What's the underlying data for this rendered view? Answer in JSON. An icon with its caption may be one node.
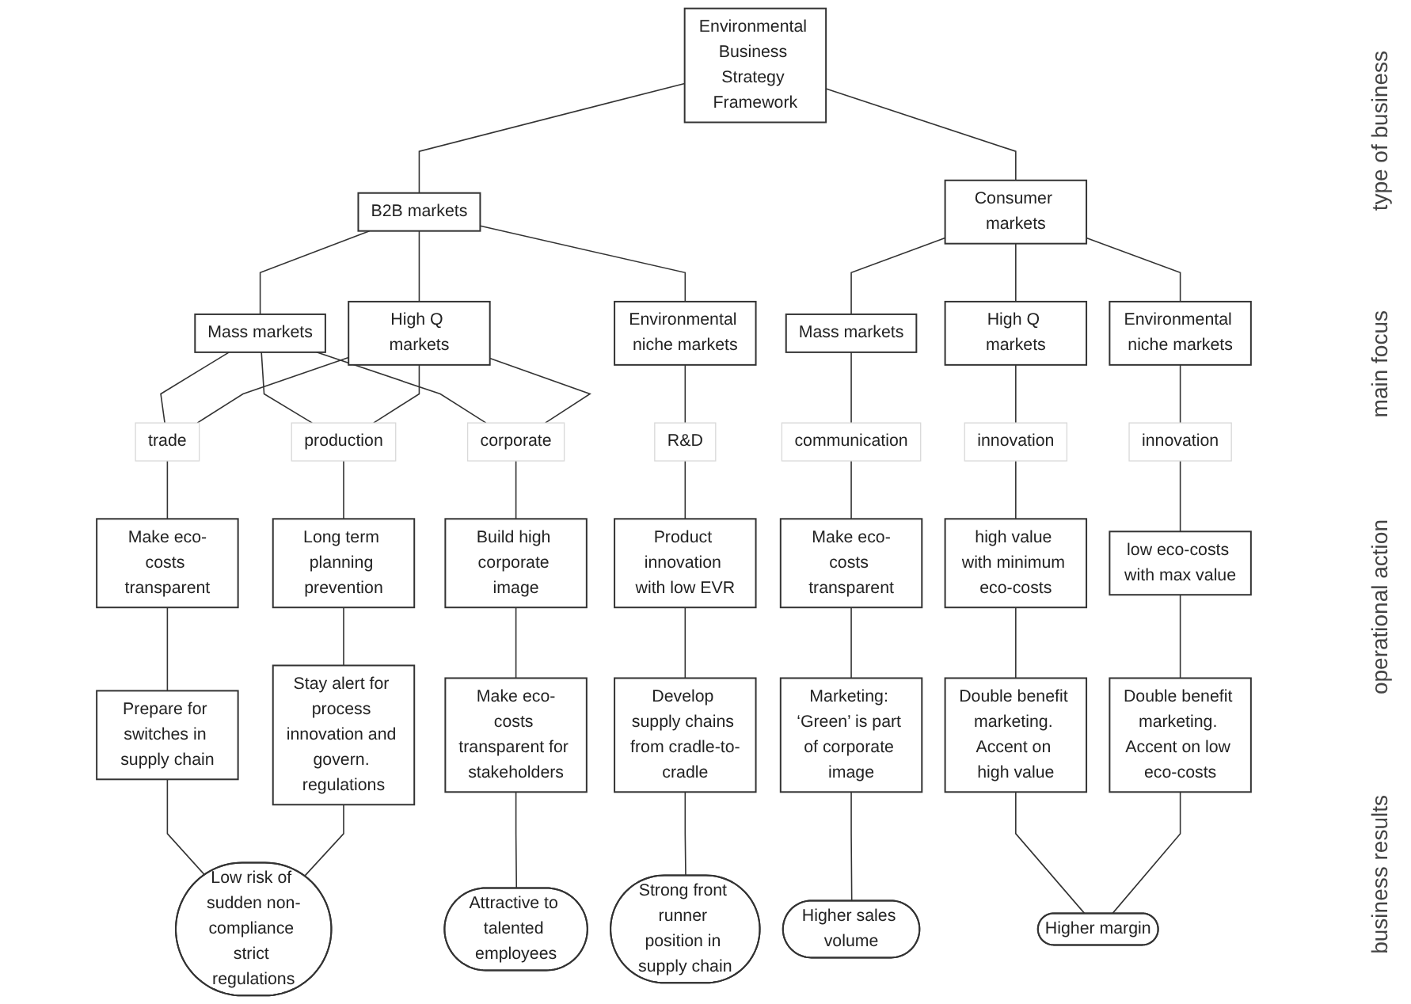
{
  "diagram": {
    "nodes": [
      {
        "text": [
          "Environmental Business Strategy Framework"
        ]
      },
      {
        "text": [
          "B2B markets"
        ]
      },
      {
        "text": [
          "Consumer markets"
        ]
      },
      {
        "text": [
          "Mass markets"
        ]
      },
      {
        "text": [
          "High Q markets"
        ]
      },
      {
        "text": [
          "Environmental niche markets"
        ]
      },
      {
        "text": [
          "Mass markets"
        ]
      },
      {
        "text": [
          "High Q markets"
        ]
      },
      {
        "text": [
          "Environmental niche markets"
        ]
      },
      {
        "text": [
          "trade"
        ]
      },
      {
        "text": [
          "production"
        ]
      },
      {
        "text": [
          "corporate"
        ]
      },
      {
        "text": [
          "R&D"
        ]
      },
      {
        "text": [
          "communication"
        ]
      },
      {
        "text": [
          "innovation"
        ]
      },
      {
        "text": [
          "innovation"
        ]
      },
      {
        "text": [
          "Make eco-costs transparent"
        ]
      },
      {
        "text": [
          "Long term planning prevention"
        ]
      },
      {
        "text": [
          "Build high corporate image"
        ]
      },
      {
        "text": [
          "Product innovation with low EVR"
        ]
      },
      {
        "text": [
          "Make eco-costs transparent"
        ]
      },
      {
        "text": [
          "high value with minimum eco-costs"
        ]
      },
      {
        "text": [
          "low eco-costs with max value"
        ]
      },
      {
        "text": [
          "Prepare for switches in supply chain"
        ]
      },
      {
        "text": [
          "Stay alert for process innovation and govern. regulations"
        ]
      },
      {
        "text": [
          "Make eco-costs transparent for stakeholders"
        ]
      },
      {
        "text": [
          "Develop supply chains from cradle-to-cradle"
        ]
      },
      {
        "text": [
          "Marketing: ‘Green’ is part of corporate image"
        ]
      },
      {
        "text": [
          "Double benefit marketing. Accent on high value"
        ]
      },
      {
        "text": [
          "Double benefit marketing. Accent on low eco-costs"
        ]
      },
      {
        "text": [
          "Low risk of sudden non-compliance strict regulations"
        ]
      },
      {
        "text": [
          "Attractive to talented employees"
        ]
      },
      {
        "text": [
          "Strong front runner position in supply chain"
        ]
      },
      {
        "text": [
          "Higher sales volume"
        ]
      },
      {
        "text": [
          "Higher margin"
        ]
      }
    ],
    "edges": [
      {
        "from": 0,
        "to": 1,
        "arrow": "none"
      },
      {
        "from": 0,
        "to": 2,
        "arrow": "none"
      },
      {
        "from": 1,
        "to": 3,
        "arrow": "none"
      },
      {
        "from": 1,
        "to": 4,
        "arrow": "none"
      },
      {
        "from": 1,
        "to": 5,
        "arrow": "none"
      },
      {
        "from": 2,
        "to": 6,
        "arrow": "none"
      },
      {
        "from": 2,
        "to": 7,
        "arrow": "none"
      },
      {
        "from": 2,
        "to": 8,
        "arrow": "none"
      },
      {
        "from": 3,
        "to": 9,
        "arrow": "none"
      },
      {
        "from": 3,
        "to": 10,
        "arrow": "none"
      },
      {
        "from": 3,
        "to": 11,
        "arrow": "none"
      },
      {
        "from": 4,
        "to": 9,
        "arrow": "none"
      },
      {
        "from": 4,
        "to": 10,
        "arrow": "none"
      },
      {
        "from": 4,
        "to": 11,
        "arrow": "none"
      },
      {
        "from": 5,
        "to": 12,
        "arrow": "none"
      },
      {
        "from": 6,
        "to": 13,
        "arrow": "none"
      },
      {
        "from": 7,
        "to": 14,
        "arrow": "none"
      },
      {
        "from": 8,
        "to": 15,
        "arrow": "none"
      },
      {
        "from": 9,
        "to": 16,
        "arrow": "none"
      },
      {
        "from": 10,
        "to": 17,
        "arrow": "none"
      },
      {
        "from": 11,
        "to": 18,
        "arrow": "none"
      },
      {
        "from": 12,
        "to": 19,
        "arrow": "none"
      },
      {
        "from": 13,
        "to": 20,
        "arrow": "none"
      },
      {
        "from": 14,
        "to": 21,
        "arrow": "none"
      },
      {
        "from": 15,
        "to": 22,
        "arrow": "none"
      },
      {
        "from": 16,
        "to": 23,
        "arrow": "none"
      },
      {
        "from": 17,
        "to": 24,
        "arrow": "none"
      },
      {
        "from": 18,
        "to": 25,
        "arrow": "none"
      },
      {
        "from": 19,
        "to": 26,
        "arrow": "none"
      },
      {
        "from": 20,
        "to": 27,
        "arrow": "none"
      },
      {
        "from": 21,
        "to": 28,
        "arrow": "none"
      },
      {
        "from": 22,
        "to": 29,
        "arrow": "none"
      },
      {
        "from": 23,
        "to": 30,
        "arrow": "none"
      },
      {
        "from": 24,
        "to": 30,
        "arrow": "none"
      },
      {
        "from": 25,
        "to": 31,
        "arrow": "none"
      },
      {
        "from": 26,
        "to": 32,
        "arrow": "none"
      },
      {
        "from": 27,
        "to": 33,
        "arrow": "none"
      },
      {
        "from": 28,
        "to": 34,
        "arrow": "none"
      },
      {
        "from": 29,
        "to": 34,
        "arrow": "none"
      }
    ],
    "labels": [
      "type of business",
      "main focus",
      "operational action",
      "business results"
    ]
  }
}
